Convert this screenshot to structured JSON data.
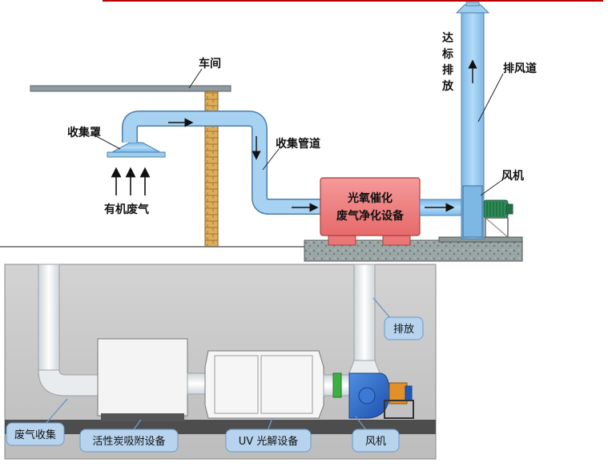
{
  "top_diagram": {
    "workshop": "车间",
    "hood": "收集罩",
    "organic_gas": "有机废气",
    "pipe": "收集管道",
    "device_line1": "光氧催化",
    "device_line2": "废气净化设备",
    "fan": "风机",
    "exhaust_duct": "排风道",
    "discharge_chars": [
      "达",
      "标",
      "排",
      "放"
    ]
  },
  "bottom_diagram": {
    "exhaust": "排放",
    "collection": "废气收集",
    "carbon": "活性炭吸附设备",
    "uv": "UV 光解设备",
    "fan": "风机"
  },
  "colors": {
    "duct": "#9fcdf0",
    "device": "#f07f7f",
    "brick": "#d9ab55",
    "callout": "#b7d3ee"
  }
}
